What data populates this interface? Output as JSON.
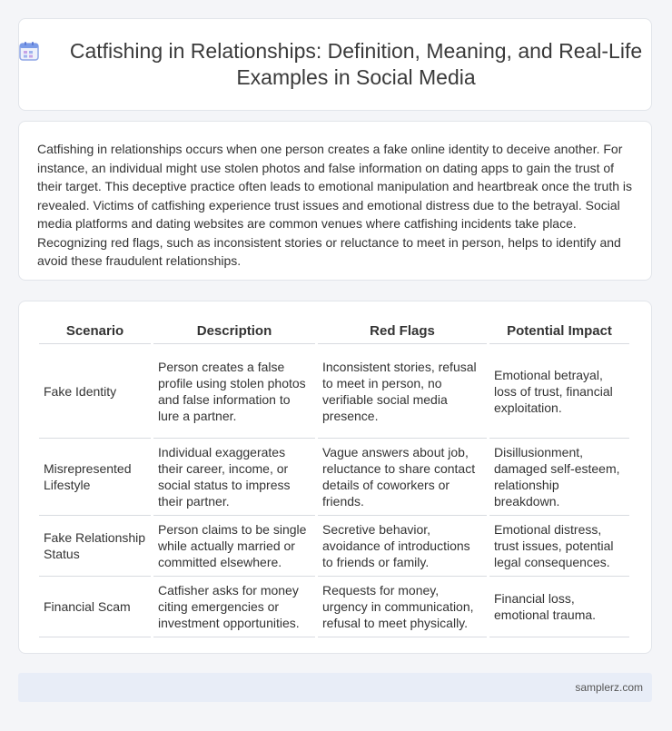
{
  "header": {
    "icon": "calendar-icon",
    "title": "Catfishing in Relationships: Definition, Meaning, and Real-Life Examples in Social Media"
  },
  "intro": {
    "text": "Catfishing in relationships occurs when one person creates a fake online identity to deceive another. For instance, an individual might use stolen photos and false information on dating apps to gain the trust of their target. This deceptive practice often leads to emotional manipulation and heartbreak once the truth is revealed. Victims of catfishing experience trust issues and emotional distress due to the betrayal. Social media platforms and dating websites are common venues where catfishing incidents take place. Recognizing red flags, such as inconsistent stories or reluctance to meet in person, helps to identify and avoid these fraudulent relationships."
  },
  "table": {
    "headers": [
      "Scenario",
      "Description",
      "Red Flags",
      "Potential Impact"
    ],
    "rows": [
      [
        "Fake Identity",
        "Person creates a false profile using stolen photos and false information to lure a partner.",
        "Inconsistent stories, refusal to meet in person, no verifiable social media presence.",
        "Emotional betrayal, loss of trust, financial exploitation."
      ],
      [
        "Misrepresented Lifestyle",
        "Individual exaggerates their career, income, or social status to impress their partner.",
        "Vague answers about job, reluctance to share contact details of coworkers or friends.",
        "Disillusionment, damaged self-esteem, relationship breakdown."
      ],
      [
        "Fake Relationship Status",
        "Person claims to be single while actually married or committed elsewhere.",
        "Secretive behavior, avoidance of introductions to friends or family.",
        "Emotional distress, trust issues, potential legal consequences."
      ],
      [
        "Financial Scam",
        "Catfisher asks for money citing emergencies or investment opportunities.",
        "Requests for money, urgency in communication, refusal to meet physically.",
        "Financial loss, emotional trauma."
      ]
    ]
  },
  "footer": {
    "site": "samplerz.com"
  },
  "colors": {
    "page_bg": "#f4f5f8",
    "footer_bg": "#e8edf7",
    "icon_accent": "#7b9be8"
  }
}
